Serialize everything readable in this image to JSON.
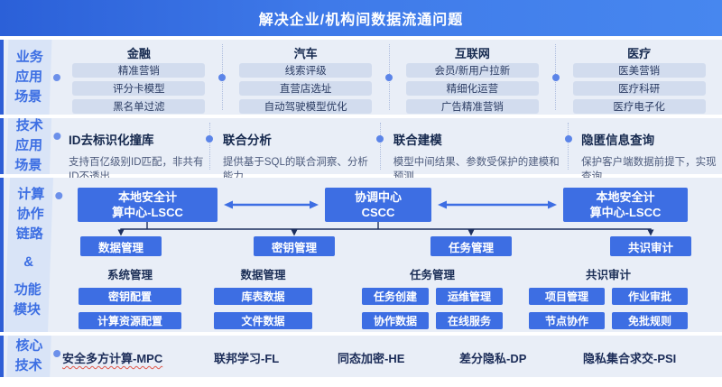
{
  "header": {
    "title": "解决企业/机构间数据流通问题"
  },
  "business": {
    "sidebar_lines": [
      "业务",
      "应用",
      "场景"
    ],
    "columns": [
      {
        "title": "金融",
        "items": [
          "精准营销",
          "评分卡模型",
          "黑名单过滤"
        ],
        "more": "..."
      },
      {
        "title": "汽车",
        "items": [
          "线索评级",
          "直营店选址",
          "自动驾驶模型优化"
        ],
        "more": "..."
      },
      {
        "title": "互联网",
        "items": [
          "会员/新用户拉新",
          "精细化运营",
          "广告精准营销"
        ],
        "more": "..."
      },
      {
        "title": "医疗",
        "items": [
          "医美营销",
          "医疗科研",
          "医疗电子化"
        ],
        "more": "..."
      }
    ]
  },
  "tech": {
    "sidebar_lines": [
      "技术",
      "应用",
      "场景"
    ],
    "items": [
      {
        "title": "ID去标识化撞库",
        "desc": "支持百亿级别ID匹配，非共有ID不透出"
      },
      {
        "title": "联合分析",
        "desc": "提供基于SQL的联合洞察、分析能力"
      },
      {
        "title": "联合建模",
        "desc": "模型中间结果、参数受保护的建模和预测"
      },
      {
        "title": "隐匿信息查询",
        "desc": "保护客户端数据前提下，实现查询"
      }
    ]
  },
  "collab": {
    "sidebar_lines": [
      "计算",
      "协作",
      "链路",
      "&",
      "功能",
      "模块"
    ],
    "nodes": {
      "lscc_left": {
        "line1": "本地安全计",
        "line2": "算中心-LSCC"
      },
      "cscc": {
        "line1": "协调中心",
        "line2": "CSCC"
      },
      "lscc_right": {
        "line1": "本地安全计",
        "line2": "算中心-LSCC"
      }
    },
    "mgmt": [
      "数据管理",
      "密钥管理",
      "任务管理",
      "共识审计"
    ],
    "groups": [
      {
        "title": "系统管理",
        "items": [
          "密钥配置",
          "计算资源配置"
        ]
      },
      {
        "title": "数据管理",
        "items": [
          "库表数据",
          "文件数据"
        ]
      },
      {
        "title": "任务管理",
        "items": [
          "任务创建",
          "运维管理",
          "协作数据",
          "在线服务"
        ]
      },
      {
        "title": "共识审计",
        "items": [
          "项目管理",
          "作业审批",
          "节点协作",
          "免批规则"
        ]
      }
    ]
  },
  "core": {
    "sidebar_lines": [
      "核心",
      "技术"
    ],
    "items": [
      "安全多方计算-MPC",
      "联邦学习-FL",
      "同态加密-HE",
      "差分隐私-DP",
      "隐私集合求交-PSI"
    ]
  },
  "colors": {
    "accent": "#3d6ee3",
    "navy_connector": "#1c2f5e",
    "header_gradient_from": "#2b60d8",
    "header_gradient_to": "#4787ef",
    "band_bg": "#e9eef7",
    "sidebar_bg": "#d9e4f7",
    "sidebar_text": "#3d6fe3",
    "pill_bg": "#d2dcee",
    "separator_dot": "#5b84e8",
    "edge_strip": "#2e5ed6"
  }
}
